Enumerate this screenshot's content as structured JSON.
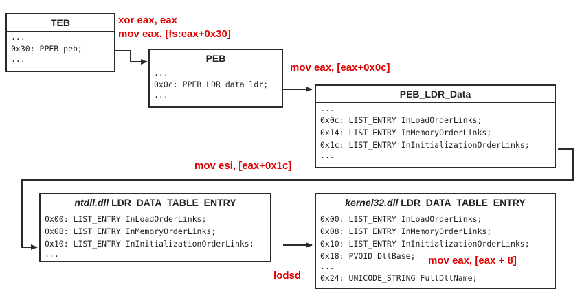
{
  "colors": {
    "annotation": "#e00000",
    "line": "#2b2b2b"
  },
  "teb": {
    "title": "TEB",
    "rows": [
      "...",
      "0x30: PPEB peb;",
      "..."
    ]
  },
  "peb": {
    "title": "PEB",
    "rows": [
      "...",
      "0x0c: PPEB_LDR_data ldr;",
      "..."
    ]
  },
  "peb_ldr": {
    "title": "PEB_LDR_Data",
    "rows": [
      "...",
      "0x0c: LIST_ENTRY InLoadOrderLinks;",
      "0x14: LIST_ENTRY InMemoryOrderLinks;",
      "0x1c: LIST_ENTRY InInitializationOrderLinks;",
      "..."
    ]
  },
  "ntdll": {
    "module": "ntdll.dll",
    "struct": " LDR_DATA_TABLE_ENTRY",
    "rows": [
      "0x00: LIST_ENTRY InLoadOrderLinks;",
      "0x08: LIST_ENTRY InMemoryOrderLinks;",
      "0x10: LIST_ENTRY InInitializationOrderLinks;",
      "..."
    ]
  },
  "kernel32": {
    "module": "kernel32.dll",
    "struct": " LDR_DATA_TABLE_ENTRY",
    "rows": [
      "0x00: LIST_ENTRY InLoadOrderLinks;",
      "0x08: LIST_ENTRY InMemoryOrderLinks;",
      "0x10: LIST_ENTRY InInitializationOrderLinks;",
      "0x18: PVOID DllBase;",
      "...",
      "0x24: UNICODE_STRING FullDllName;"
    ]
  },
  "annotations": {
    "xor": "xor  eax, eax",
    "mov_fs": "mov  eax, [fs:eax+0x30]",
    "mov_0c": "mov  eax, [eax+0x0c]",
    "mov_esi": "mov  esi, [eax+0x1c]",
    "lodsd": "lodsd",
    "mov_8": "mov    eax, [eax + 8]"
  }
}
